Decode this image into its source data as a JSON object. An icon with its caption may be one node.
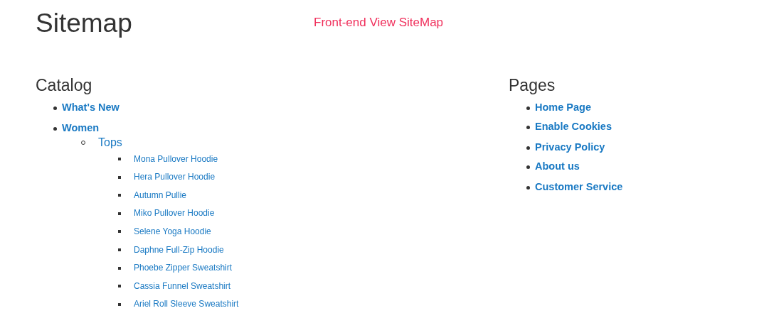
{
  "diagram": {
    "title": "Sitemap",
    "labels": [
      "Front-end View SiteMap",
      "Catalog",
      "What's New",
      "Women",
      "Tops",
      "Mona Pullover Hoodie",
      "Hera Pullover Hoodie",
      "Autumn Pullie",
      "Miko Pullover Hoodie",
      "Selene Yoga Hoodie",
      "Daphne Full-Zip Hoodie",
      "Phoebe Zipper Sweatshirt",
      "Cassia Funnel Sweatshirt",
      "Ariel Roll Sleeve Sweatshirt",
      "Pages",
      "Home Page",
      "Enable Cookies",
      "Privacy Policy",
      "About us",
      "Customer Service"
    ]
  }
}
